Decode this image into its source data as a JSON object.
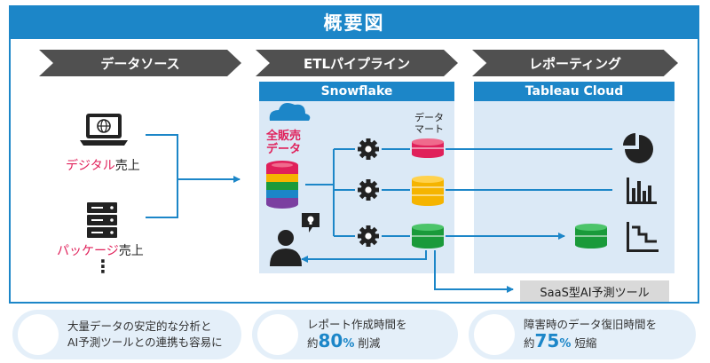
{
  "title": "概要図",
  "stages": [
    {
      "label": "データソース"
    },
    {
      "label": "ETLパイプライン"
    },
    {
      "label": "レポーティング"
    }
  ],
  "panels": {
    "snowflake": "Snowflake",
    "tableau": "Tableau Cloud"
  },
  "sources": {
    "digital_pink": "デジタル",
    "digital_black": "売上",
    "package_pink": "パッケージ",
    "package_black": "売上",
    "more": "⋮"
  },
  "db_label": {
    "line1": "全販売",
    "line2": "データ"
  },
  "mart_label": {
    "line1": "データ",
    "line2": "マート"
  },
  "saas_label": "SaaS型AI予測ツール",
  "benefits": [
    {
      "line1": "大量データの安定的な分析と",
      "line2": "AI予測ツールとの連携も容易に"
    },
    {
      "line1": "レポート作成時間を",
      "prefix": "約",
      "number": "80",
      "unit": "%",
      "suffix": " 削減"
    },
    {
      "line1": "障害時のデータ復旧時間を",
      "prefix": "約",
      "number": "75",
      "unit": "%",
      "suffix": " 短縮"
    }
  ],
  "colors": {
    "accent": "#1c86c8",
    "chevron": "#505050",
    "panel_bg": "#dbe9f6",
    "mart_red": "#e0205a",
    "mart_yellow": "#f5b400",
    "mart_green": "#1a9a3a"
  },
  "icons": [
    "globe-laptop-icon",
    "server-icon",
    "cloud-icon",
    "gear-icon",
    "person-icon",
    "lightbulb-icon",
    "pie-chart-icon",
    "bar-chart-icon",
    "step-chart-icon",
    "brain-icon",
    "report-icon",
    "recovery-icon"
  ]
}
